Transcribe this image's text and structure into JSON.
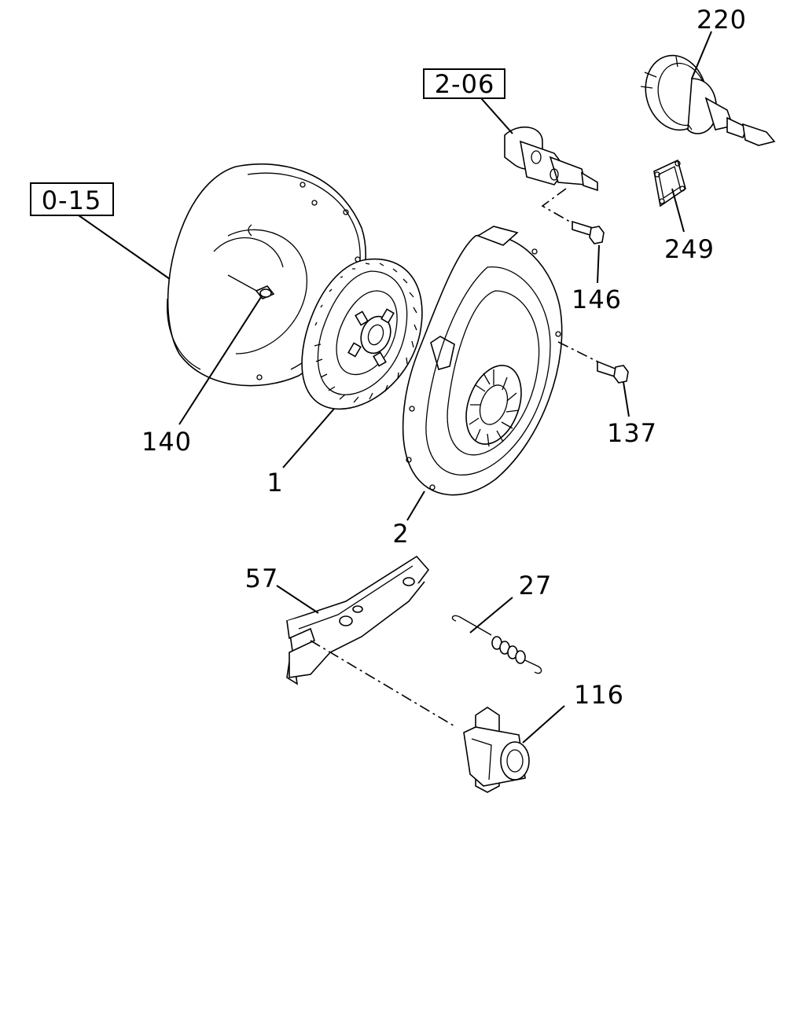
{
  "refs": {
    "flywheel_ref": "0-15",
    "master_cylinder_ref": "2-06"
  },
  "callouts": {
    "booster": "220",
    "gasket": "249",
    "bolt_cylinder": "146",
    "dowel_pin": "140",
    "clutch_disc": "1",
    "pressure_plate": "2",
    "bolt_cover": "137",
    "release_fork": "57",
    "return_spring": "27",
    "release_bearing": "116"
  }
}
